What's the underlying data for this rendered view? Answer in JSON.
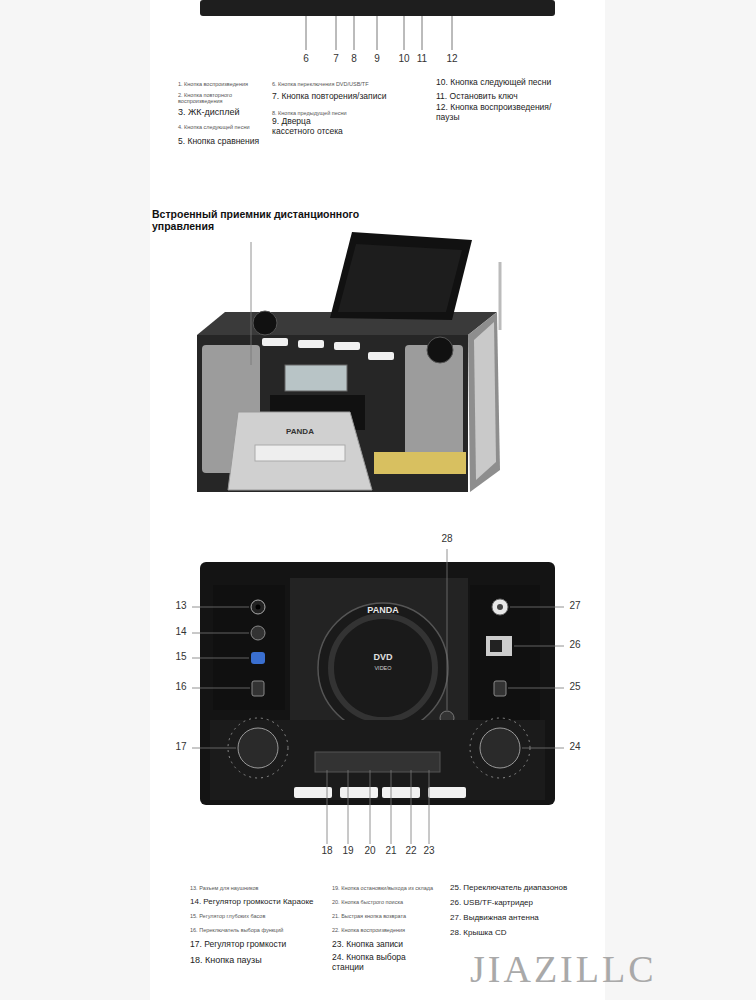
{
  "diagram": {
    "labels": [
      "6",
      "7",
      "8",
      "9",
      "10",
      "11",
      "12",
      "1. Кнопка воспроизведения",
      "2. Кнопка повторного воспроизведения",
      "3. ЖК-дисплей",
      "4. Кнопка следующей песни",
      "5. Кнопка сравнения",
      "6. Кнопка переключения DVD/USB/TF",
      "7. Кнопка повторения/записи",
      "8. Кнопка предыдущей песни",
      "9. Дверца кассетного отсека",
      "10. Кнопка следующей песни",
      "11. Остановить ключ",
      "12. Кнопка воспроизведения/паузы",
      "Встроенный приемник дистанционного управления",
      "PANDA",
      "28",
      "13",
      "14",
      "15",
      "16",
      "17",
      "27",
      "26",
      "25",
      "24",
      "PANDA",
      "DVD",
      "VIDEO",
      "18",
      "19",
      "20",
      "21",
      "22",
      "23",
      "13. Разъем для наушников",
      "14. Регулятор громкости Караоке",
      "15. Регулятор глубоких басов",
      "16. Переключатель выбора функций",
      "17. Регулятор громкости",
      "18. Кнопка паузы",
      "19. Кнопка остановки/выхода из склада",
      "20. Кнопка быстрого поиска",
      "21. Быстрая кнопка возврата",
      "22. Кнопка воспроизведения",
      "23. Кнопка записи",
      "24. Кнопка выбора станции",
      "25. Переключатель диапазонов",
      "26. USB/TF-картридер",
      "27. Выдвижная антенна",
      "28. Крышка CD",
      "JIAZILLC"
    ]
  }
}
